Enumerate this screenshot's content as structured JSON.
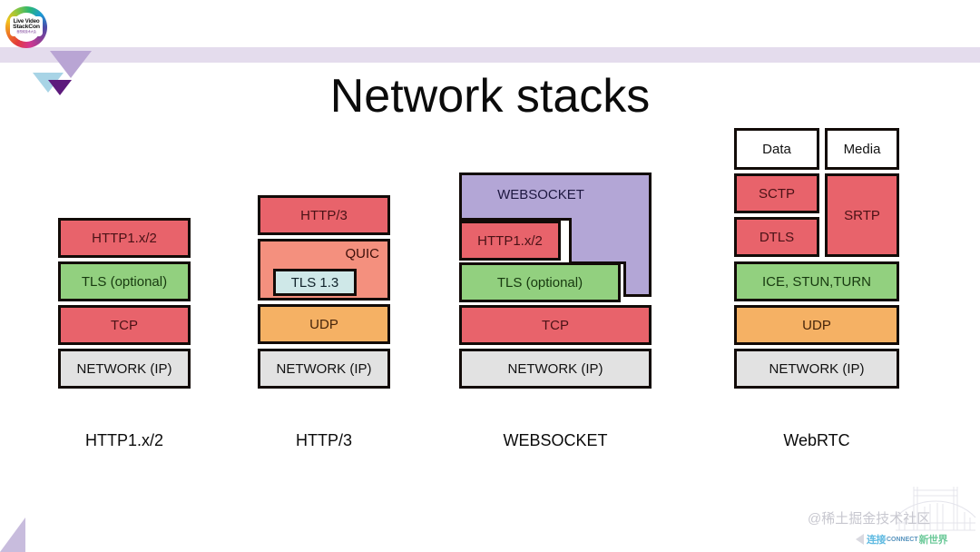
{
  "slide": {
    "title": "Network stacks",
    "logo": {
      "line1": "Live Video",
      "line2": "StackCon",
      "line3": "音视频技术大会"
    }
  },
  "columns": [
    {
      "name": "http1",
      "caption": "HTTP1.x/2",
      "layers": [
        {
          "label": "HTTP1.x/2",
          "color": "red"
        },
        {
          "label": "TLS (optional)",
          "color": "green"
        },
        {
          "label": "TCP",
          "color": "red"
        },
        {
          "label": "NETWORK (IP)",
          "color": "gray"
        }
      ]
    },
    {
      "name": "http3",
      "caption": "HTTP/3",
      "layers": [
        {
          "label": "HTTP/3",
          "color": "red"
        },
        {
          "label": "QUIC",
          "color": "quic",
          "nested": {
            "label": "TLS 1.3",
            "color": "tls13"
          }
        },
        {
          "label": "UDP",
          "color": "orange"
        },
        {
          "label": "NETWORK (IP)",
          "color": "gray"
        }
      ]
    },
    {
      "name": "websocket",
      "caption": "WEBSOCKET",
      "layers": [
        {
          "label": "WEBSOCKET",
          "color": "purple"
        },
        {
          "label": "HTTP1.x/2",
          "color": "red"
        },
        {
          "label": "TLS (optional)",
          "color": "green"
        },
        {
          "label": "TCP",
          "color": "red"
        },
        {
          "label": "NETWORK (IP)",
          "color": "gray"
        }
      ]
    },
    {
      "name": "webrtc",
      "caption": "WebRTC",
      "layers": [
        {
          "label": "Data",
          "color": "white"
        },
        {
          "label": "Media",
          "color": "white"
        },
        {
          "label": "SCTP",
          "color": "red"
        },
        {
          "label": "SRTP",
          "color": "red"
        },
        {
          "label": "DTLS",
          "color": "red"
        },
        {
          "label": "ICE, STUN,TURN",
          "color": "green"
        },
        {
          "label": "UDP",
          "color": "orange"
        },
        {
          "label": "NETWORK (IP)",
          "color": "gray"
        }
      ]
    }
  ],
  "watermark": {
    "handle": "@稀土掘金技术社区",
    "banner_left": "连接",
    "banner_mid": "CONNECT",
    "banner_right": "新世界"
  },
  "palette": {
    "red": "#e8636b",
    "green": "#92d07f",
    "gray": "#e2e2e2",
    "orange": "#f5b164",
    "quic": "#f4907e",
    "tls13": "#cfe8e8",
    "purple": "#b3a6d6",
    "band": "#e4dced"
  }
}
